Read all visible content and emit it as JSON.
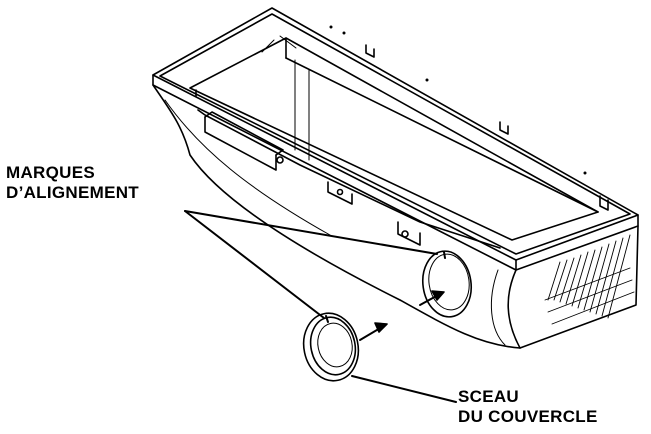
{
  "labels": {
    "alignment_marks": {
      "line1": "MARQUES",
      "line2": "D’ALIGNEMENT"
    },
    "cover_seal": {
      "line1": "SCEAU",
      "line2": "DU  COUVERCLE"
    }
  },
  "colors": {
    "ink": "#000000",
    "paper": "#ffffff"
  }
}
